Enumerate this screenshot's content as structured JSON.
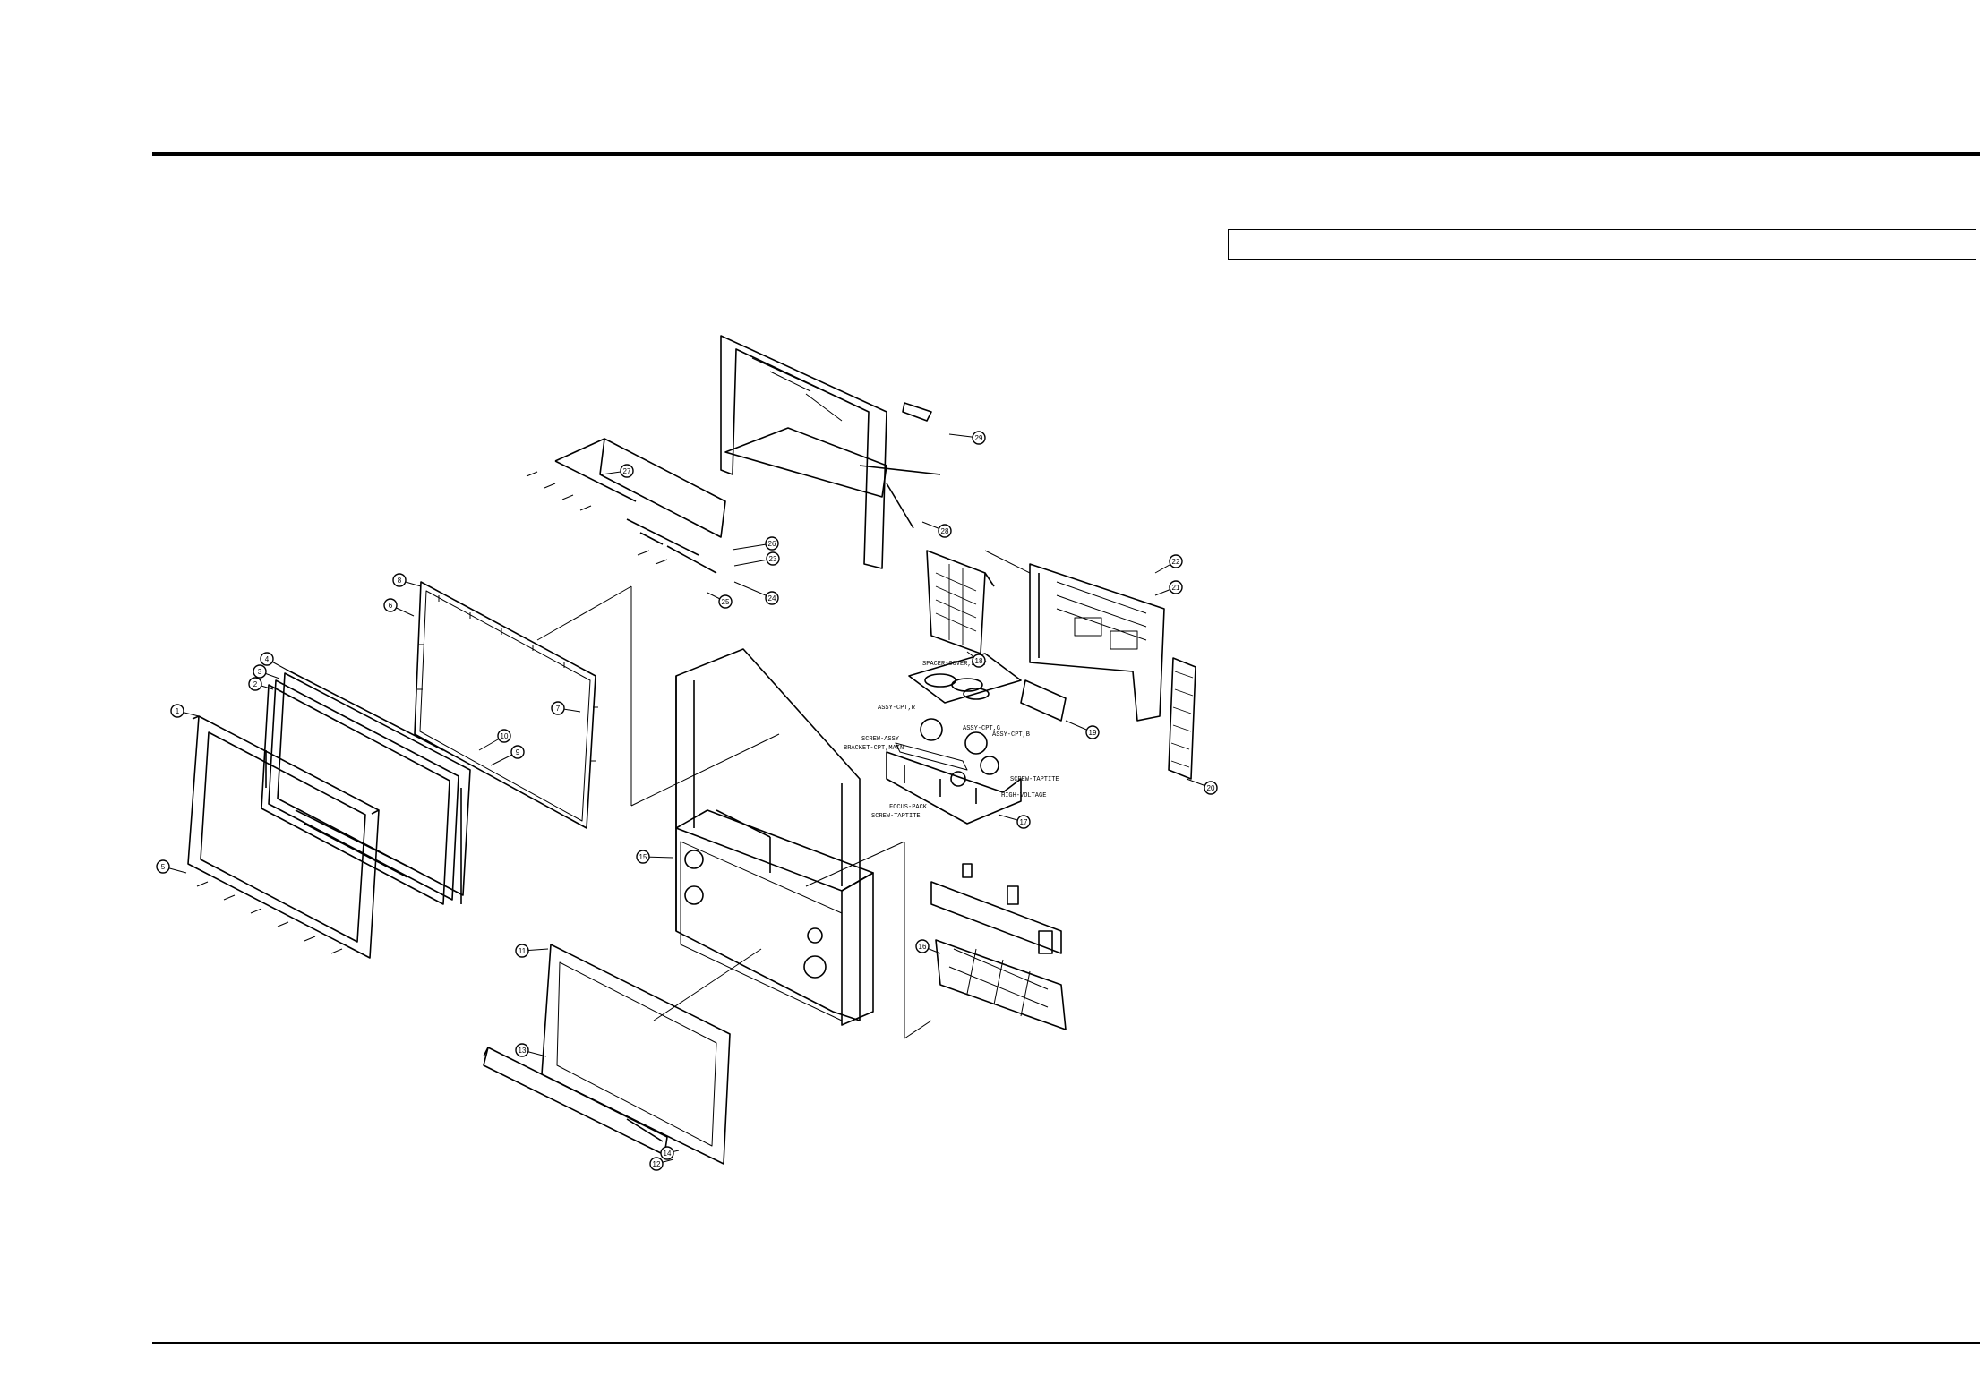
{
  "labels": {
    "spacer_cover_dust": "SPACER-COVER,DUST",
    "assy_cpt_r": "ASSY-CPT,R",
    "assy_cpt_g": "ASSY-CPT,G",
    "assy_cpt_b": "ASSY-CPT,B",
    "screw_assy": "SCREW-ASSY",
    "bracket_cpt_main": "BRACKET-CPT,MAIN",
    "screw_tapt_r": "SCREW-TAPTITE",
    "high_voltage": "HIGH-VOLTAGE",
    "focus_pack": "FOCUS-PACK",
    "screw_tapt_l": "SCREW-TAPTITE"
  },
  "callouts": [
    {
      "id": "c1",
      "num": "1"
    },
    {
      "id": "c2",
      "num": "2"
    },
    {
      "id": "c3",
      "num": "3"
    },
    {
      "id": "c4",
      "num": "4"
    },
    {
      "id": "c5",
      "num": "5"
    },
    {
      "id": "c6",
      "num": "6"
    },
    {
      "id": "c7",
      "num": "7"
    },
    {
      "id": "c8",
      "num": "8"
    },
    {
      "id": "c9",
      "num": "9"
    },
    {
      "id": "c10",
      "num": "10"
    },
    {
      "id": "c11",
      "num": "11"
    },
    {
      "id": "c12",
      "num": "12"
    },
    {
      "id": "c13",
      "num": "13"
    },
    {
      "id": "c14",
      "num": "14"
    },
    {
      "id": "c15",
      "num": "15"
    },
    {
      "id": "c16",
      "num": "16"
    },
    {
      "id": "c17",
      "num": "17"
    },
    {
      "id": "c18",
      "num": "18"
    },
    {
      "id": "c19",
      "num": "19"
    },
    {
      "id": "c20",
      "num": "20"
    },
    {
      "id": "c21",
      "num": "21"
    },
    {
      "id": "c22",
      "num": "22"
    },
    {
      "id": "c23",
      "num": "23"
    },
    {
      "id": "c24",
      "num": "24"
    },
    {
      "id": "c25",
      "num": "25"
    },
    {
      "id": "c26",
      "num": "26"
    },
    {
      "id": "c27",
      "num": "27"
    },
    {
      "id": "c28",
      "num": "28"
    },
    {
      "id": "c29",
      "num": "29"
    }
  ]
}
